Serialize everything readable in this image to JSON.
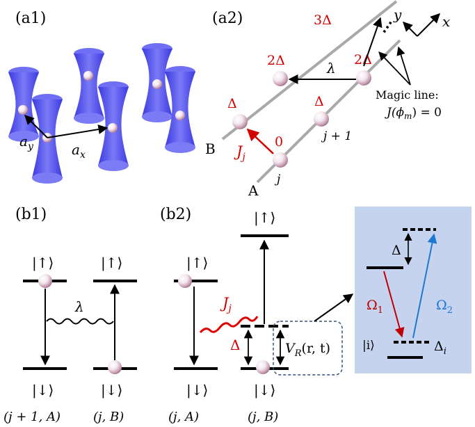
{
  "panels": {
    "a1": {
      "label": "(a1)",
      "ay": "a",
      "ay_sub": "y",
      "ax": "a",
      "ax_sub": "x"
    },
    "a2": {
      "label": "(a2)",
      "energies": {
        "zero": "0",
        "d1_left": "Δ",
        "d1_right": "Δ",
        "d2_left": "2Δ",
        "d2_right": "2Δ",
        "d3": "3Δ"
      },
      "lambda": "λ",
      "hop": "J",
      "hop_sub": "j",
      "site_j": "j",
      "site_j1": "j + 1",
      "leg_A": "A",
      "leg_B": "B",
      "axis_x": "x",
      "axis_y": "y",
      "magic_title": "Magic line:",
      "magic_eq": "J(ϕ",
      "magic_eq_sub": "m",
      "magic_eq_tail": ") = 0"
    },
    "b1": {
      "label": "(b1)",
      "up": "|↑⟩",
      "down": "|↓⟩",
      "lambda": "λ",
      "left_label": "(j + 1, A)",
      "right_label": "(j, B)"
    },
    "b2": {
      "label": "(b2)",
      "up": "|↑⟩",
      "down": "|↓⟩",
      "hop": "J",
      "hop_sub": "j",
      "delta": "Δ",
      "vr": "V",
      "vr_sub": "R",
      "vr_args": "(r, t)",
      "left_label": "(j, A)",
      "right_label": "(j, B)",
      "inset": {
        "delta": "Δ",
        "omega1": "Ω",
        "omega1_sub": "1",
        "omega2": "Ω",
        "omega2_sub": "2",
        "ket_i": "|i⟩",
        "delta_i": "Δ",
        "delta_i_sub": "i"
      }
    }
  },
  "colors": {
    "tweezer": "#5a5aee",
    "red": "#d40000",
    "blue": "#1f77d4",
    "inset_bg": "#c5d3ee",
    "lattice": "#a9a9a9"
  }
}
